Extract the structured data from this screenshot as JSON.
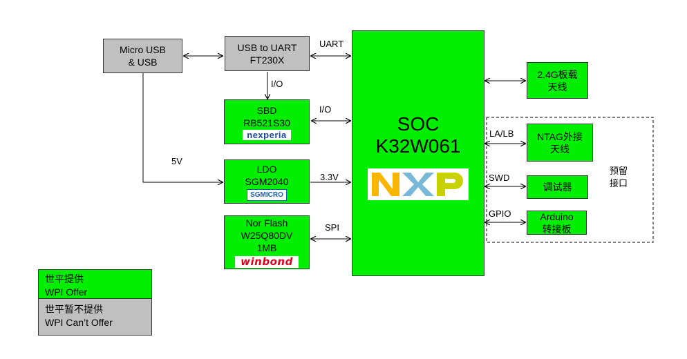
{
  "blocks": {
    "micro_usb": [
      "Micro USB",
      "& USB"
    ],
    "usb_uart": [
      "USB to UART",
      "FT230X"
    ],
    "sbd": [
      "SBD",
      "RB521S30"
    ],
    "ldo": [
      "LDO",
      "SGM2040"
    ],
    "nor_flash": [
      "Nor Flash",
      "W25Q80DV",
      "1MB"
    ],
    "soc": [
      "SOC",
      "K32W061"
    ],
    "antenna": [
      "2.4G板载",
      "天线"
    ],
    "ntag": [
      "NTAG外接",
      "天线"
    ],
    "debugger": [
      "调试器"
    ],
    "arduino": [
      "Arduino",
      "转接板"
    ]
  },
  "logos": {
    "nexperia": "nexperia",
    "sgmicro": "SGMICRO",
    "winbond": "winbond"
  },
  "signals": {
    "uart": "UART",
    "io_vertical": "I/O",
    "io_sbd": "I/O",
    "v5": "5V",
    "v33": "3.3V",
    "spi": "SPI",
    "lalb": "LA/LB",
    "swd": "SWD",
    "gpio": "GPIO"
  },
  "reserved": [
    "预留",
    "接口"
  ],
  "legend": {
    "offer": [
      "世平提供",
      "WPI Offer"
    ],
    "no_offer": [
      "世平暂不提供",
      "WPI Can’t Offer"
    ]
  },
  "colors": {
    "provided": "#00ee00",
    "not_provided": "#c0c0c0"
  }
}
